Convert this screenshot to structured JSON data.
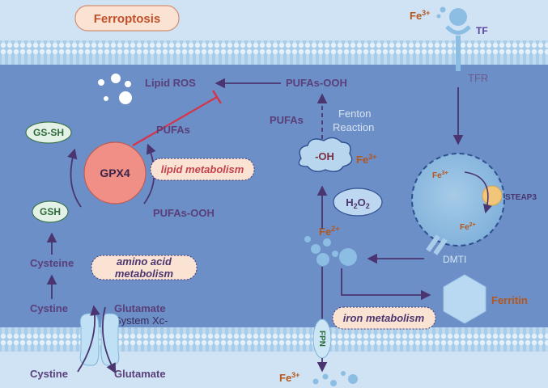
{
  "title": "Ferroptosis",
  "labels": {
    "fe3_top": "Fe",
    "fe3_top_sup": "3+",
    "tf": "TF",
    "tfr": "TFR",
    "lipid_ros": "Lipid ROS",
    "pufas_ooh_top": "PUFAs-OOH",
    "pufas_mid": "PUFAs",
    "fenton_1": "Fenton",
    "fenton_2": "Reaction",
    "gs_sh": "GS-SH",
    "gpx4": "GPX4",
    "pufas_right": "PUFAs",
    "lipid_metabolism": "lipid metabolism",
    "oh": "-OH",
    "fe3_oh": "Fe",
    "fe3_oh_sup": "3+",
    "steap3": "STEAP3",
    "endo_fe3": "Fe",
    "endo_fe3_sup": "3+",
    "endo_fe2": "Fe",
    "endo_fe2_sup": "2+",
    "gsh": "GSH",
    "pufas_ooh_bottom": "PUFAs-OOH",
    "h2o2_main": "H",
    "h2o2_sub1": "2",
    "h2o2_o": "O",
    "h2o2_sub2": "2",
    "fe2": "Fe",
    "fe2_sup": "2+",
    "dmti": "DMTI",
    "cysteine": "Cysteine",
    "amino_acid_1": "amino acid",
    "amino_acid_2": "metabolism",
    "ferritin": "Ferritin",
    "cystine_in": "Cystine",
    "glutamate_in": "Glutamate",
    "system_xc": "System Xc-",
    "iron_metabolism": "iron metabolism",
    "fpn": "FPN",
    "cystine_out": "Cystine",
    "glutamate_out": "Glutamate",
    "fe3_bottom": "Fe",
    "fe3_bottom_sup": "3+"
  },
  "colors": {
    "cell_interior": "#6b8fc6",
    "extracellular": "#cfe3f4",
    "membrane": "#a9cde9",
    "arrow": "#4a3570",
    "gpx4_fill": "#ef8f85",
    "inhibit": "#d6344a",
    "title_fill": "#fbe3d3"
  }
}
